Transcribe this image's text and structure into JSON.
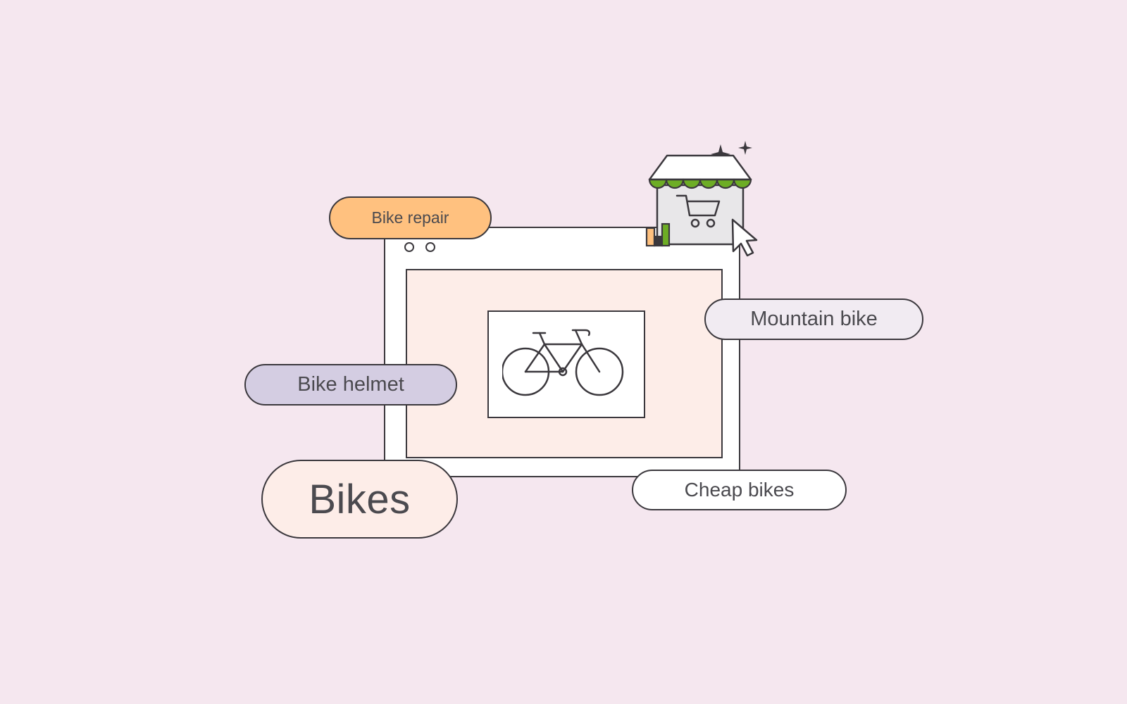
{
  "labels": {
    "bike_repair": "Bike repair",
    "mountain_bike": "Mountain bike",
    "bike_helmet": "Bike helmet",
    "bikes": "Bikes",
    "cheap_bikes": "Cheap bikes"
  },
  "colors": {
    "background": "#f5e7ef",
    "outline": "#3b383d",
    "peach_panel": "#fdede8",
    "orange_pill": "#ffc17f",
    "lavender_pill": "#d4cde2",
    "light_lavender_pill": "#f1ebf2",
    "green_awning": "#6dad25"
  },
  "icons": {
    "bicycle": "bicycle-icon",
    "store": "store-icon",
    "cart": "shopping-cart-icon",
    "cursor": "cursor-icon",
    "sparkle": "sparkle-icon",
    "chart": "bar-chart-icon"
  }
}
